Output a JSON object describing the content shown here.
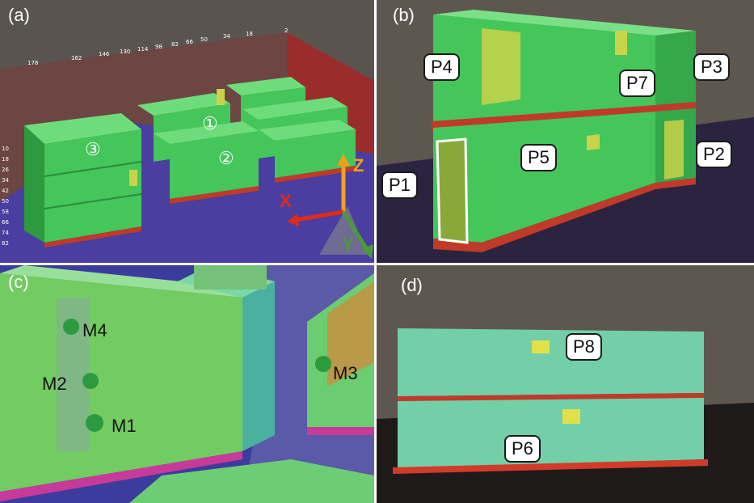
{
  "panels": {
    "a": {
      "label": "(a)",
      "circles": [
        "①",
        "②",
        "③"
      ],
      "axes": {
        "x": "X",
        "y": "Y",
        "z": "Z"
      },
      "top_ticks": [
        "178",
        "162",
        "146",
        "130",
        "114",
        "98",
        "82",
        "66",
        "50",
        "34",
        "18",
        "2"
      ],
      "side_ticks": [
        "10",
        "18",
        "26",
        "34",
        "42",
        "50",
        "58",
        "66",
        "74",
        "82"
      ]
    },
    "b": {
      "label": "(b)",
      "callouts": [
        "P4",
        "P7",
        "P3",
        "P5",
        "P2",
        "P1"
      ]
    },
    "c": {
      "label": "(c)",
      "markers": [
        "M4",
        "M2",
        "M1",
        "M3"
      ]
    },
    "d": {
      "label": "(d)",
      "callouts": [
        "P8",
        "P6"
      ]
    }
  },
  "colors": {
    "container_green": "#44c65a",
    "floor_red": "#d23a2a",
    "ground_purple": "#4a3ea0",
    "sky_gray": "#5e574f",
    "panel_yellow": "#c9d34a"
  }
}
